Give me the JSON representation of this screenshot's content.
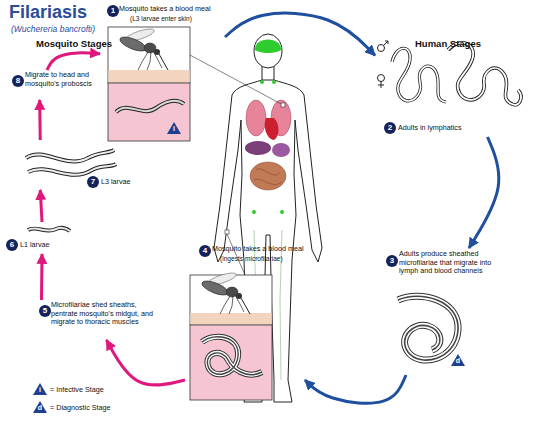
{
  "diagram": {
    "title": "Filariasis",
    "nodes": [
      {
        "text": [
          "1",
          "Mosquito takes a blood meal",
          "(L3 larvae enter skin)"
        ]
      },
      {
        "text": [
          "2",
          "Adults in lymphatics"
        ]
      },
      {
        "text": [
          "3",
          "Adults produce sheathed microfilariae that migrate into lymph and blood channels"
        ]
      },
      {
        "text": [
          "4",
          "Mosquito takes a blood meal",
          "(ingests microfilariae)"
        ]
      },
      {
        "text": [
          "5",
          "Microfilariae shed sheaths, pentrate mosquito's midgut, and migrate to thoracic muscles"
        ]
      },
      {
        "text": [
          "6",
          "L1 larvae"
        ]
      },
      {
        "text": [
          "7",
          "L3 larvae"
        ]
      },
      {
        "text": [
          "8",
          "Migrate to head and mosquito's proboscis"
        ]
      }
    ],
    "edges": [
      {
        "from": 0,
        "to": 1,
        "arrow": "to"
      },
      {
        "from": 1,
        "to": 2,
        "arrow": "to"
      },
      {
        "from": 2,
        "to": 3,
        "arrow": "to"
      },
      {
        "from": 3,
        "to": 4,
        "arrow": "to"
      },
      {
        "from": 4,
        "to": 5,
        "arrow": "to"
      },
      {
        "from": 5,
        "to": 6,
        "arrow": "to"
      },
      {
        "from": 6,
        "to": 7,
        "arrow": "to"
      },
      {
        "from": 7,
        "to": 0,
        "arrow": "to"
      }
    ],
    "labels": [
      "(Wuchereria bancrofti)",
      "Mosquito Stages",
      "Human Stages",
      "i",
      "d",
      "i",
      "d"
    ],
    "legend": [
      {
        "text": "= Infective Stage"
      },
      {
        "text": "= Diagnostic Stage"
      }
    ]
  }
}
